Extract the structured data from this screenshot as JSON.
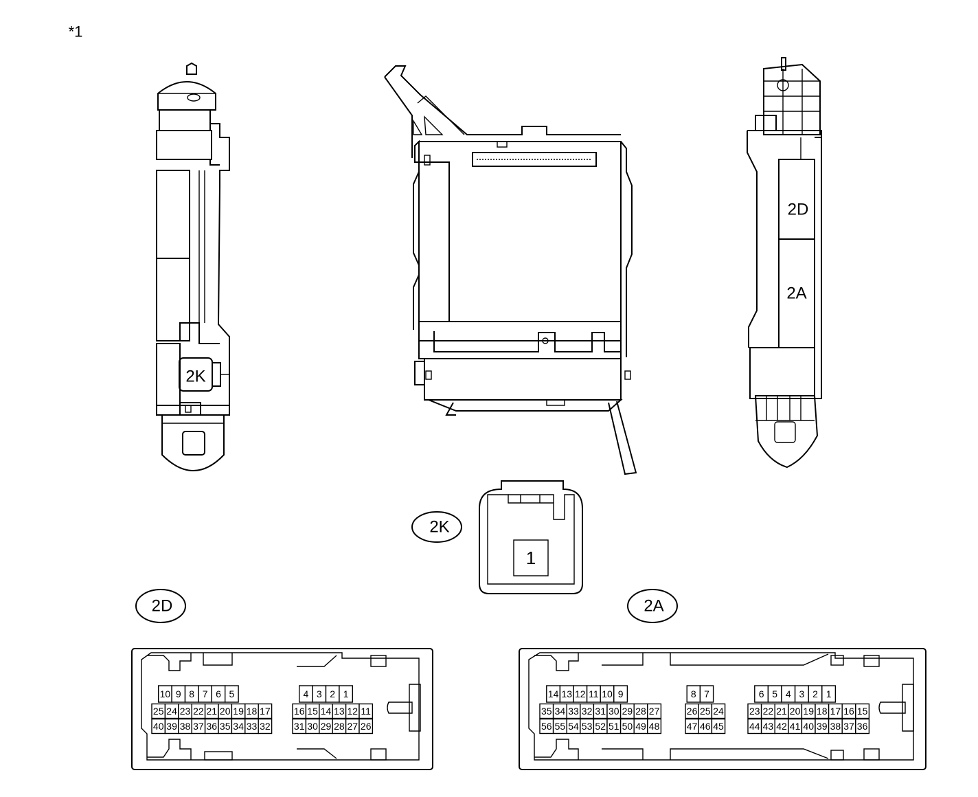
{
  "figure_note": "*1",
  "views": {
    "left_connector_label": "2K",
    "right_top_connector_label": "2D",
    "right_bottom_connector_label": "2A"
  },
  "connector_2k": {
    "tag": "2K",
    "pins": [
      "1"
    ]
  },
  "connector_2d": {
    "tag": "2D",
    "left_block": {
      "row1": [
        "10",
        "9",
        "8",
        "7",
        "6",
        "5"
      ],
      "row2": [
        "25",
        "24",
        "23",
        "22",
        "21",
        "20",
        "19",
        "18",
        "17"
      ],
      "row3": [
        "40",
        "39",
        "38",
        "37",
        "36",
        "35",
        "34",
        "33",
        "32"
      ]
    },
    "right_block": {
      "row1": [
        "4",
        "3",
        "2",
        "1"
      ],
      "row2": [
        "16",
        "15",
        "14",
        "13",
        "12",
        "11"
      ],
      "row3": [
        "31",
        "30",
        "29",
        "28",
        "27",
        "26"
      ]
    }
  },
  "connector_2a": {
    "tag": "2A",
    "left_block": {
      "row1": [
        "14",
        "13",
        "12",
        "11",
        "10",
        "9"
      ],
      "row2": [
        "35",
        "34",
        "33",
        "32",
        "31",
        "30",
        "29",
        "28",
        "27"
      ],
      "row3": [
        "56",
        "55",
        "54",
        "53",
        "52",
        "51",
        "50",
        "49",
        "48"
      ]
    },
    "mid_block": {
      "row1": [
        "8",
        "7"
      ],
      "row2": [
        "26",
        "25",
        "24"
      ],
      "row3": [
        "47",
        "46",
        "45"
      ]
    },
    "right_block": {
      "row1": [
        "6",
        "5",
        "4",
        "3",
        "2",
        "1"
      ],
      "row2": [
        "23",
        "22",
        "21",
        "20",
        "19",
        "18",
        "17",
        "16",
        "15"
      ],
      "row3": [
        "44",
        "43",
        "42",
        "41",
        "40",
        "39",
        "38",
        "37",
        "36"
      ]
    }
  }
}
